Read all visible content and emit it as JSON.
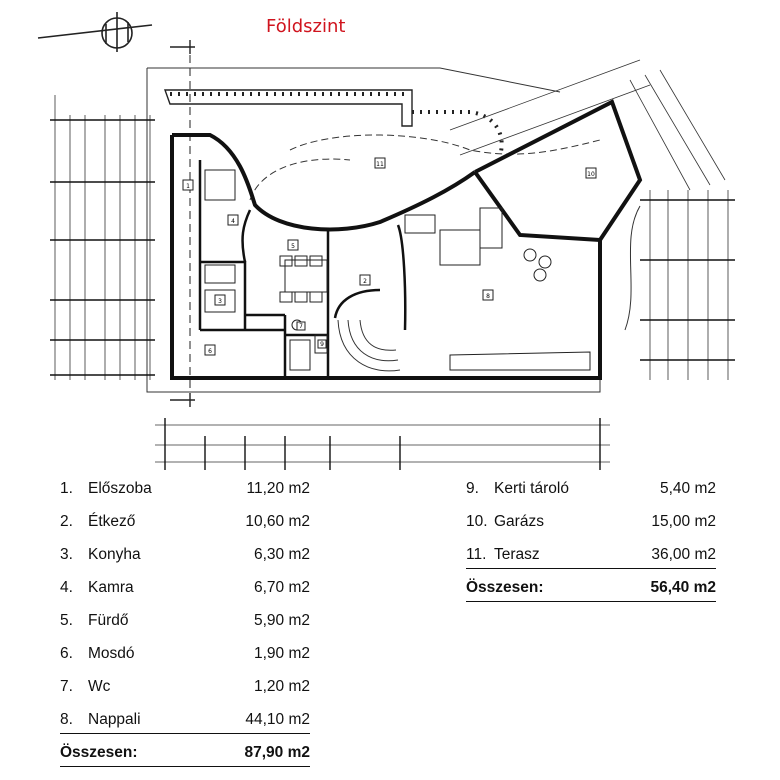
{
  "title": "Földszint",
  "ground_rooms": [
    {
      "num": "1.",
      "name": "Előszoba",
      "area": "11,20 m2"
    },
    {
      "num": "2.",
      "name": "Étkező",
      "area": "10,60 m2"
    },
    {
      "num": "3.",
      "name": "Konyha",
      "area": "6,30 m2"
    },
    {
      "num": "4.",
      "name": "Kamra",
      "area": "6,70 m2"
    },
    {
      "num": "5.",
      "name": "Fürdő",
      "area": "5,90 m2"
    },
    {
      "num": "6.",
      "name": "Mosdó",
      "area": "1,90 m2"
    },
    {
      "num": "7.",
      "name": "Wc",
      "area": "1,20 m2"
    },
    {
      "num": "8.",
      "name": "Nappali",
      "area": "44,10 m2"
    }
  ],
  "ground_total": {
    "label": "Összesen:",
    "area": "87,90 m2"
  },
  "extra_rooms": [
    {
      "num": "9.",
      "name": "Kerti tároló",
      "area": "5,40 m2"
    },
    {
      "num": "10.",
      "name": "Garázs",
      "area": "15,00 m2"
    },
    {
      "num": "11.",
      "name": "Terasz",
      "area": "36,00 m2"
    }
  ],
  "extra_total": {
    "label": "Összesen:",
    "area": "56,40 m2"
  },
  "room_tags": [
    "1",
    "2",
    "3",
    "4",
    "5",
    "6",
    "7",
    "8",
    "9",
    "10",
    "11"
  ],
  "colors": {
    "title": "#d0141e",
    "line": "#222222"
  }
}
